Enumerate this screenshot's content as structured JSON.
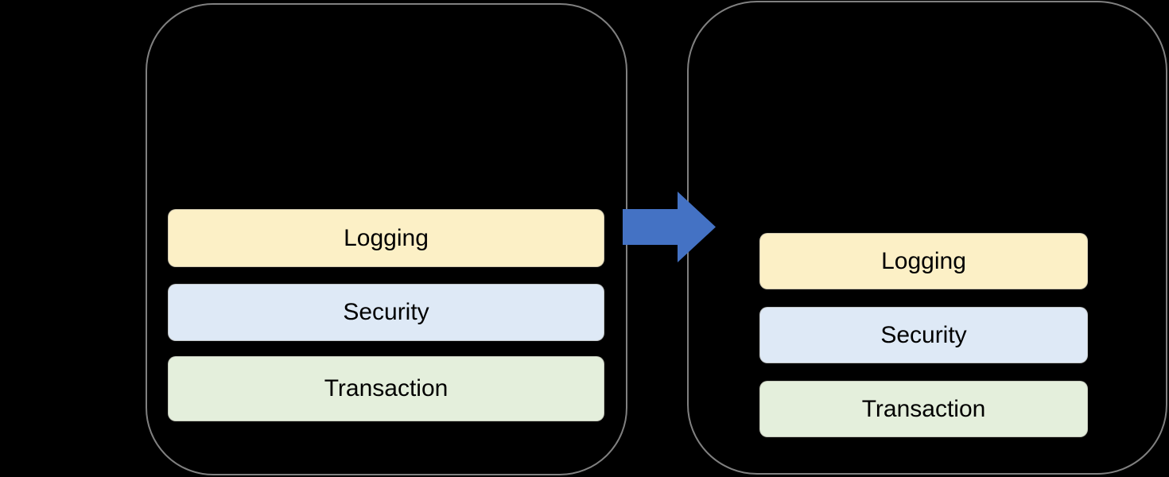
{
  "canvas": {
    "background": "#000000",
    "outline_color": "#808080"
  },
  "left_container": {
    "boxes": [
      {
        "label": "Logging",
        "color": "#FCF0C6"
      },
      {
        "label": "Security",
        "color": "#DEE9F6"
      },
      {
        "label": "Transaction",
        "color": "#E4EFDC"
      }
    ]
  },
  "right_container": {
    "boxes": [
      {
        "label": "Logging",
        "color": "#FCF0C6"
      },
      {
        "label": "Security",
        "color": "#DEE9F6"
      },
      {
        "label": "Transaction",
        "color": "#E4EFDC"
      }
    ]
  },
  "arrow": {
    "direction": "right",
    "color": "#4472C4"
  }
}
